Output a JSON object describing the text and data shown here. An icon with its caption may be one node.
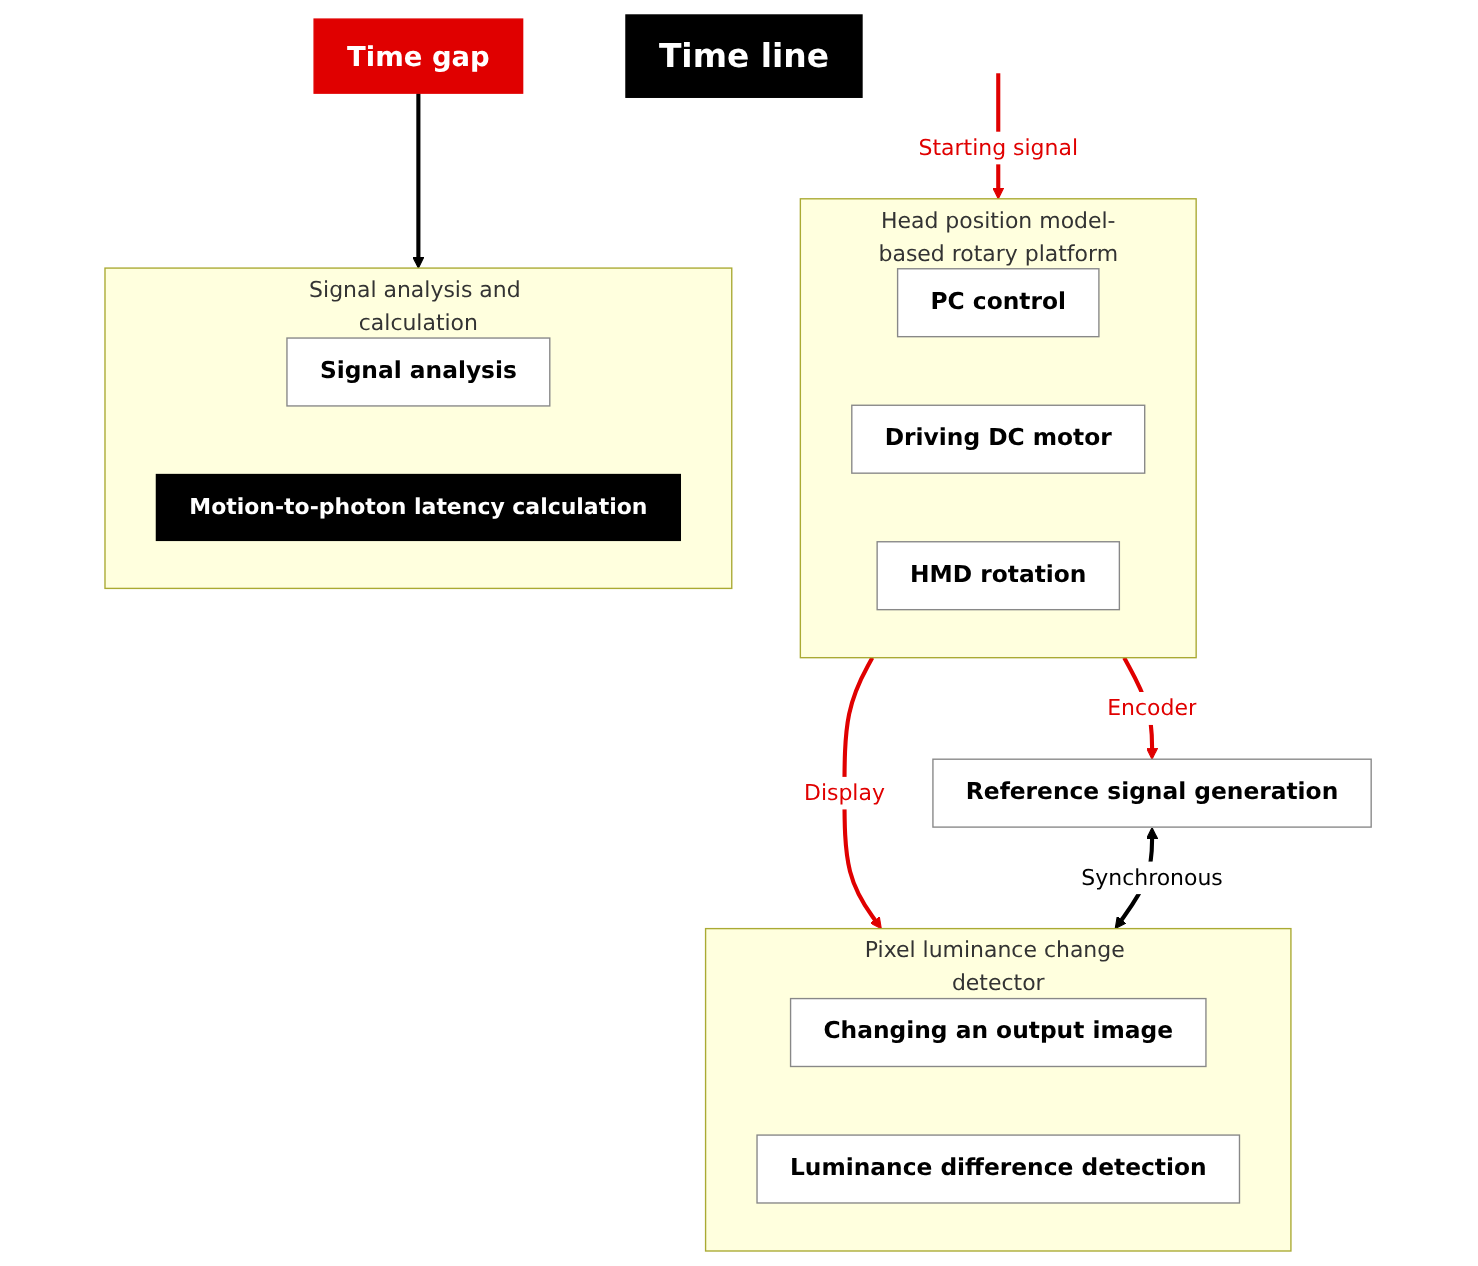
{
  "diagram": {
    "nodes": [
      {
        "text": [
          "Reference signal generation"
        ]
      },
      {
        "text": [
          "Time gap"
        ]
      },
      {
        "text": [
          "Head position model-based rotary platform"
        ]
      },
      {
        "text": [
          "PC control"
        ],
        "in": 2
      },
      {
        "text": [
          "Driving DC motor"
        ],
        "in": 2
      },
      {
        "text": [
          "HMD rotation"
        ],
        "in": 2
      },
      {
        "text": [
          "Signal analysis and calculation"
        ]
      },
      {
        "text": [
          "Signal analysis"
        ],
        "in": 6
      },
      {
        "text": [
          "Motion-to-photon latency calculation"
        ],
        "in": 6
      },
      {
        "text": [
          "Pixel luminance change detector"
        ]
      },
      {
        "text": [
          "Changing an output image"
        ],
        "in": 9
      },
      {
        "text": [
          "Luminance difference detection"
        ],
        "in": 9
      },
      {
        "text": [
          "Time line"
        ]
      }
    ],
    "edges": [
      {
        "from": 2,
        "to": 0,
        "arrow": "to",
        "label": "Encoder"
      },
      {
        "from": 2,
        "to": 9,
        "arrow": "to",
        "label": "Display"
      },
      {
        "from": null,
        "to": 2,
        "arrow": "to",
        "label": "Starting signal"
      },
      {
        "from": 0,
        "to": 9,
        "arrow": "both",
        "label": "Synchronous",
        "color": "#000000"
      },
      {
        "from": 1,
        "to": 6,
        "arrow": "to",
        "color": "#000000"
      }
    ]
  }
}
